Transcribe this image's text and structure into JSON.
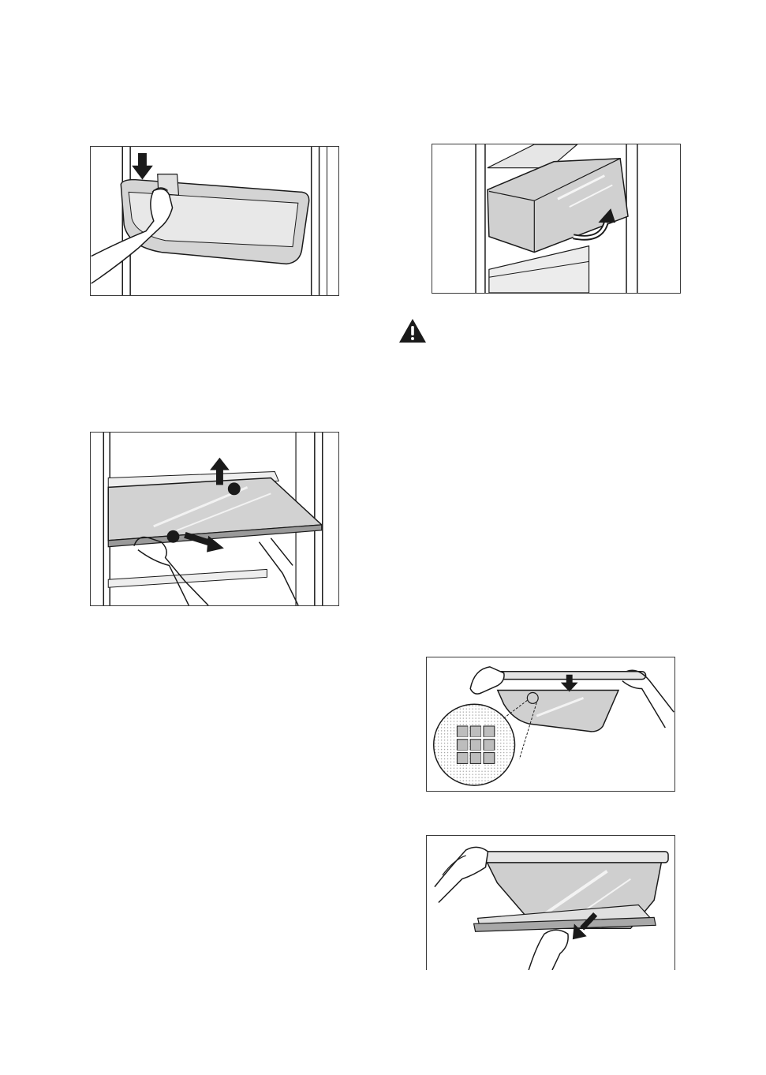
{
  "figures": [
    {
      "id": "fig1",
      "icon": "press-down-arrow-icon"
    },
    {
      "id": "fig2",
      "icon": "lift-curved-arrow-icon"
    },
    {
      "id": "fig3",
      "icon": "shelf-arrows-icon"
    },
    {
      "id": "fig4",
      "icon": "press-down-arrow-icon"
    },
    {
      "id": "fig5",
      "icon": "pull-out-arrow-icon"
    }
  ],
  "warning": {
    "icon": "warning-triangle-icon",
    "color": "#1a1a1a"
  },
  "colors": {
    "line": "#1a1a1a",
    "glass": "#cfcfcf",
    "frame": "#3a3a3a"
  }
}
